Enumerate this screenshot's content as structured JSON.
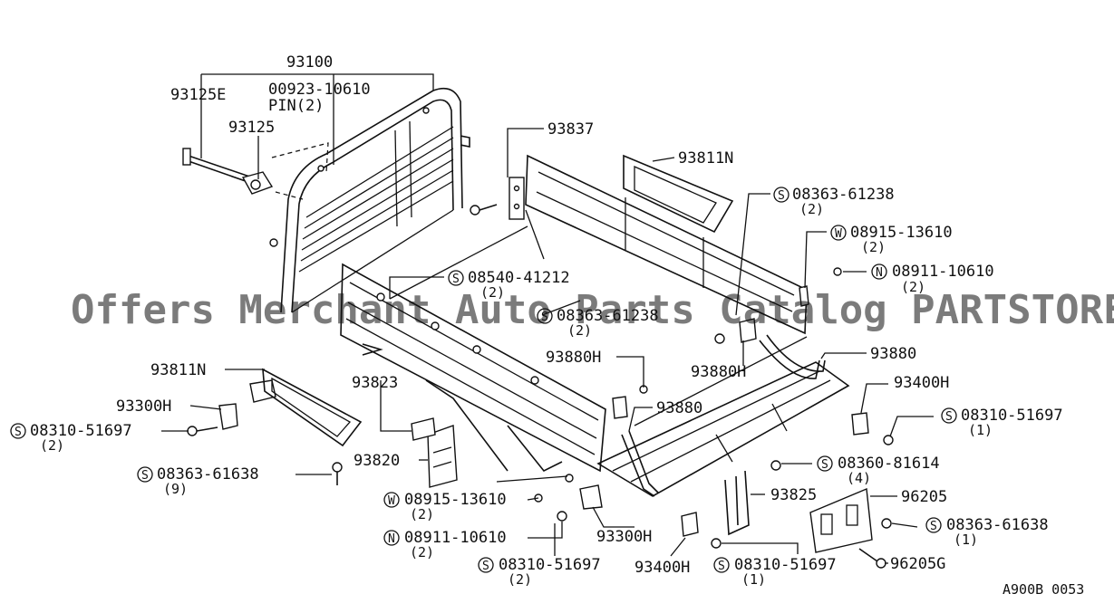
{
  "watermark": "Offers Merchant Auto Parts Catalog PARTSTORE.SA",
  "figure_id": "A900B 0053",
  "labels": {
    "p93100": "93100",
    "p93125E": "93125E",
    "p00923": "00923-10610",
    "pin": "PIN(2)",
    "p93125": "93125",
    "p93837": "93837",
    "p93811N_top": "93811N",
    "s0836361238": "08363-61238",
    "q2_a": "(2)",
    "w0891513610_top": "08915-13610",
    "q2_b": "(2)",
    "n0891110610_top": "08911-10610",
    "q2_c": "(2)",
    "s0854041212": "08540-41212",
    "q2_d": "(2)",
    "s08363_mid": "08363-61238",
    "q2_e": "(2)",
    "p93880_right": "93880",
    "p93880H_right": "93880H",
    "p93880H_mid": "93880H",
    "p93811N_left": "93811N",
    "p93823": "93823",
    "p93880_mid": "93880",
    "p93400H_right": "93400H",
    "p93300H_left": "93300H",
    "s0831051697_right": "08310-51697",
    "q1_a": "(1)",
    "s0831051697_left": "08310-51697",
    "q2_f": "(2)",
    "p93820": "93820",
    "s0836081614": "08360-81614",
    "q4": "(4)",
    "s0836361638_left": "08363-61638",
    "q9": "(9)",
    "p93825": "93825",
    "p96205": "96205",
    "w0891513610_bot": "08915-13610",
    "q2_g": "(2)",
    "s0836361638_right": "08363-61638",
    "q1_b": "(1)",
    "n0891110610_bot": "08911-10610",
    "q2_h": "(2)",
    "p93300H_bot": "93300H",
    "s0831051697_bot": "08310-51697",
    "q2_i": "(2)",
    "p93400H_bot": "93400H",
    "s0831051697_bot2": "08310-51697",
    "q1_c": "(1)",
    "p96205G": "96205G"
  },
  "markers": {
    "s": "S",
    "w": "W",
    "n": "N"
  }
}
